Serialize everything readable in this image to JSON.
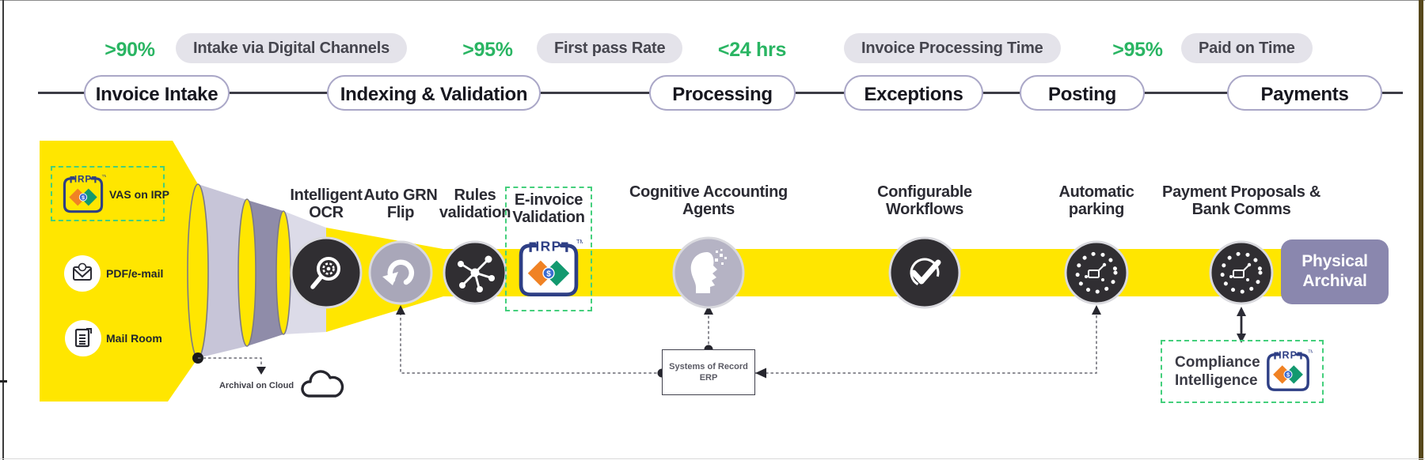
{
  "kpis": [
    {
      "value": ">90%",
      "label": "Intake via Digital Channels"
    },
    {
      "value": ">95%",
      "label": "First pass Rate"
    },
    {
      "value": "<24 hrs",
      "label": "Invoice Processing Time"
    },
    {
      "value": ">95%",
      "label": "Paid on Time"
    }
  ],
  "stages": [
    {
      "label": "Invoice Intake"
    },
    {
      "label": "Indexing & Validation"
    },
    {
      "label": "Processing"
    },
    {
      "label": "Exceptions"
    },
    {
      "label": "Posting"
    },
    {
      "label": "Payments"
    }
  ],
  "funnel": {
    "sources": [
      {
        "label": "VAS on IRP",
        "icon": "irp-logo"
      },
      {
        "label": "PDF/e-mail",
        "icon": "envelope-icon"
      },
      {
        "label": "Mail Room",
        "icon": "document-icon"
      }
    ],
    "archival_note": "Archival on Cloud"
  },
  "nodes": [
    {
      "label": "Intelligent OCR",
      "icon": "ocr-magnifier-icon",
      "style": "dark"
    },
    {
      "label": "Auto GRN Flip",
      "icon": "undo-arrow-icon",
      "style": "grey"
    },
    {
      "label": "Rules validation",
      "icon": "network-nodes-icon",
      "style": "dark"
    },
    {
      "label": "E-invoice Validation",
      "icon": "irp-logo",
      "style": "boxed"
    },
    {
      "label": "Cognitive Accounting Agents",
      "icon": "brain-agent-icon",
      "style": "grey"
    },
    {
      "label": "Configurable Workflows",
      "icon": "checkmark-icon",
      "style": "dark"
    },
    {
      "label": "Automatic parking",
      "icon": "automation-ring-icon",
      "style": "dark"
    },
    {
      "label": "Payment Proposals & Bank Comms",
      "icon": "automation-ring-icon",
      "style": "dark"
    }
  ],
  "erp": {
    "line1": "Systems of Record",
    "line2": "ERP"
  },
  "compliance": {
    "label": "Compliance Intelligence"
  },
  "physical_archival": {
    "label": "Physical Archival"
  },
  "irp": {
    "word": "IRP",
    "tm": "TM",
    "dollar": "$"
  },
  "colors": {
    "yellow": "#FFE600",
    "kpi_green": "#2AB563",
    "pill_grey": "#e4e3ea",
    "stage_border": "#aaa7c7",
    "dark_circle": "#302e32",
    "grey_circle": "#a9a7b9",
    "cognitive_circle": "#b5b3c4",
    "band_light": "#c7c5d8",
    "band_mid": "#8f8ca9",
    "band_pale": "#dcdbe8",
    "physical_archival": "#8a87ae",
    "dashed_green": "#44cf7c",
    "irp_navy": "#2e3f85",
    "irp_orange": "#f08224",
    "irp_green": "#13996f"
  }
}
